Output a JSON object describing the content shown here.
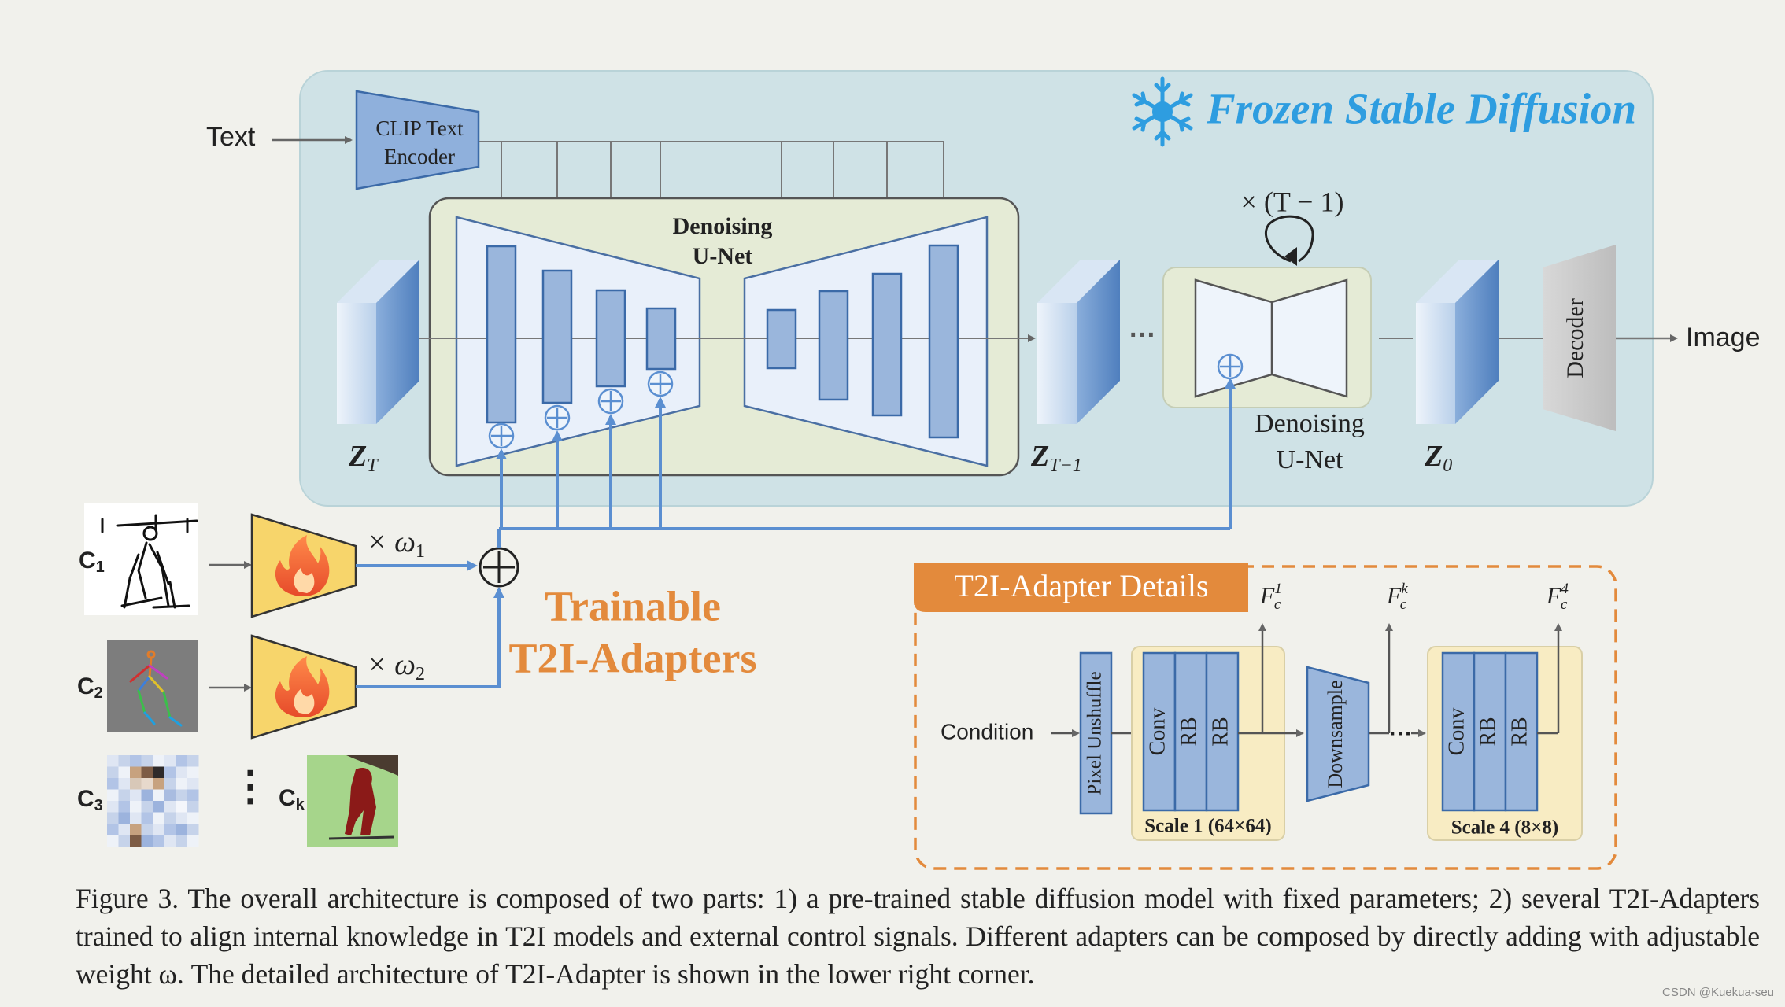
{
  "diagram": {
    "frozen_title": "Frozen Stable Diffusion",
    "text_input": "Text",
    "clip_line1": "CLIP Text",
    "clip_line2": "Encoder",
    "unet_line1": "Denoising",
    "unet_line2": "U-Net",
    "unet2_line1": "Denoising",
    "unet2_line2": "U-Net",
    "zT": "Z",
    "zT_sub": "T",
    "zT1": "Z",
    "zT1_sub": "T−1",
    "z0": "Z",
    "z0_sub": "0",
    "repeat": "× (T − 1)",
    "ellipsis": "···",
    "decoder": "Decoder",
    "image_output": "Image",
    "c1": "C",
    "c1_sub": "1",
    "c2": "C",
    "c2_sub": "2",
    "c3": "C",
    "c3_sub": "3",
    "ck": "C",
    "ck_sub": "k",
    "w1": "× ω",
    "w1_sub": "1",
    "w2": "× ω",
    "w2_sub": "2",
    "vdots": "⋮",
    "trainable_line1": "Trainable",
    "trainable_line2": "T2I-Adapters"
  },
  "details": {
    "title": "T2I-Adapter Details",
    "condition": "Condition",
    "pixel_unshuffle": "Pixel Unshuffle",
    "conv": "Conv",
    "rb": "RB",
    "downsample": "Downsample",
    "ellipsis": "···",
    "scale1": "Scale 1 (64×64)",
    "scale4": "Scale 4 (8×8)",
    "f_label": "F",
    "f_sub": "c",
    "f1_sup": "1",
    "fk_sup": "k",
    "f4_sup": "4"
  },
  "caption": {
    "text": "Figure 3. The overall architecture is composed of two parts: 1) a pre-trained stable diffusion model with fixed parameters; 2) several T2I-Adapters trained to align internal knowledge in T2I models and external control signals. Different adapters can be composed by directly adding with adjustable weight ω. The detailed architecture of T2I-Adapter is shown in the lower right corner."
  },
  "watermark": "CSDN @Kuekua-seu",
  "colors": {
    "frozen_bg": "#cfe2e6",
    "unet_bg": "#e5ebd6",
    "block_blue": "#9ab6dc",
    "arrow_blue": "#5b8fd1",
    "orange": "#e38a3c",
    "adapter_yellow": "#f7d56b",
    "frozen_title": "#2e9de0"
  }
}
